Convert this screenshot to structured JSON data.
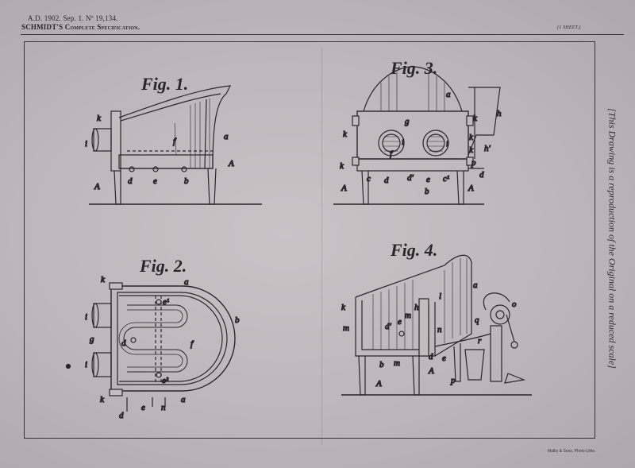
{
  "header": {
    "line1": "A.D. 1902. Sep. 1. Nº 19,134.",
    "line2": "SCHMIDT'S Complete Specification.",
    "sheet_no": "(1 SHEET.)"
  },
  "side_note": "[This Drawing is a reproduction of the Original on a reduced scale]",
  "printer_mark": "Malby & Sons, Photo-Litho.",
  "figures": {
    "fig1": {
      "title": "Fig. 1.",
      "labels": {
        "k": "k",
        "i": "i",
        "f": "f",
        "a": "a",
        "A": "A",
        "A2": "A",
        "d": "d",
        "e": "e",
        "b": "b"
      }
    },
    "fig2": {
      "title": "Fig. 2.",
      "labels": {
        "k": "k",
        "a": "a",
        "e1": "e¹",
        "i1": "i",
        "g": "g",
        "d": "d",
        "i2": "i",
        "f": "f",
        "b": "b",
        "e2": "e²",
        "k2": "k",
        "d2": "d",
        "e": "e",
        "n": "n",
        "a2": "a"
      }
    },
    "fig3": {
      "title": "Fig. 3.",
      "labels": {
        "a": "a",
        "g": "g",
        "k": "k",
        "k2": "k",
        "h": "h",
        "i": "i",
        "f": "f",
        "i2": "i",
        "k3": "k",
        "k4": "k",
        "h1": "h'",
        "p": "p",
        "d": "d",
        "A": "A",
        "c": "c",
        "d2": "d",
        "d1": "d'",
        "e": "e",
        "c1": "c¹",
        "b": "b",
        "A2": "A",
        "k5": "k"
      }
    },
    "fig4": {
      "title": "Fig. 4.",
      "labels": {
        "k": "k",
        "m": "m",
        "l": "l",
        "d1": "d'",
        "e": "e",
        "m2": "m",
        "h": "h",
        "a": "a",
        "o": "o",
        "n": "n",
        "q": "q",
        "r": "r",
        "d": "d",
        "e2": "e",
        "b": "b",
        "m3": "m",
        "A": "A",
        "A2": "A",
        "p": "p"
      }
    }
  }
}
